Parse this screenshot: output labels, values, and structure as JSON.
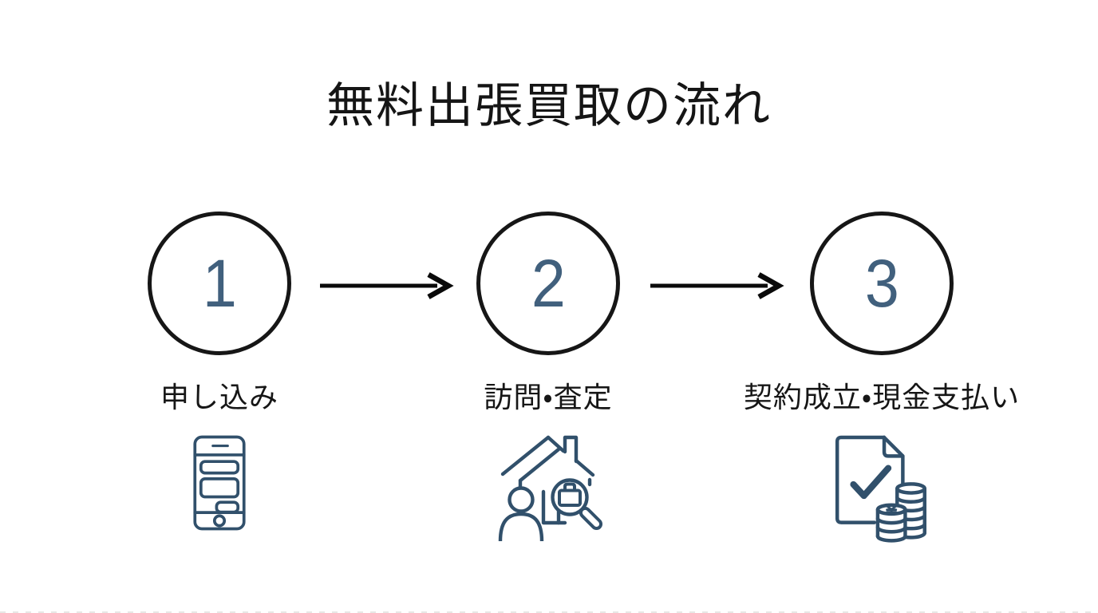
{
  "title": "無料出張買取の流れ",
  "colors": {
    "background": "#ffffff",
    "title_text": "#151515",
    "label_text": "#161616",
    "circle_border": "#161616",
    "step_number": "#41607d",
    "icon_stroke": "#31506b",
    "arrow": "#0a0a0a"
  },
  "steps": [
    {
      "number": "1",
      "label": "申し込み",
      "icon": "smartphone-icon"
    },
    {
      "number": "2",
      "label": "訪問・査定",
      "icon": "house-assessment-icon"
    },
    {
      "number": "3",
      "label": "契約成立・現金支払い",
      "icon": "contract-cash-payment-icon"
    }
  ],
  "arrows": [
    {
      "name": "arrow-step1-to-step2"
    },
    {
      "name": "arrow-step2-to-step3"
    }
  ]
}
